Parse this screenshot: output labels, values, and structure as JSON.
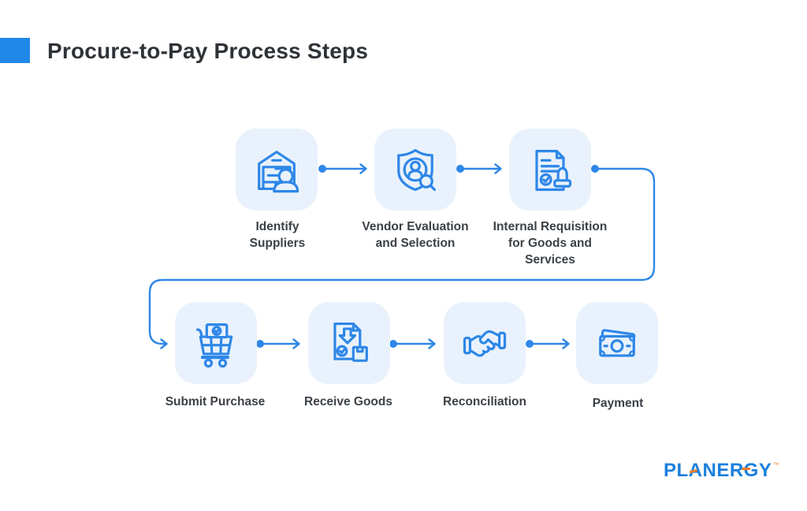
{
  "header": {
    "title": "Procure-to-Pay Process Steps"
  },
  "colors": {
    "accent_blue": "#2088e8",
    "line_blue": "#2e87e8",
    "box_fill": "#e9f2fc",
    "text_dark": "#3c4147",
    "logo_blue": "#1b7fdd",
    "logo_orange": "#f47b20"
  },
  "steps": [
    {
      "label": "Identify Suppliers",
      "icon": "warehouse-supplier-icon"
    },
    {
      "label": "Vendor Evaluation and Selection",
      "icon": "shield-user-search-icon"
    },
    {
      "label": "Internal Requisition for Goods and Services",
      "icon": "requisition-stamp-icon"
    },
    {
      "label": "Submit Purchase",
      "icon": "shopping-cart-icon"
    },
    {
      "label": "Receive Goods",
      "icon": "receive-goods-icon"
    },
    {
      "label": "Reconciliation",
      "icon": "handshake-icon"
    },
    {
      "label": "Payment",
      "icon": "banknote-icon"
    }
  ],
  "logo": {
    "text": "PLANERGY",
    "trademark": "™"
  }
}
